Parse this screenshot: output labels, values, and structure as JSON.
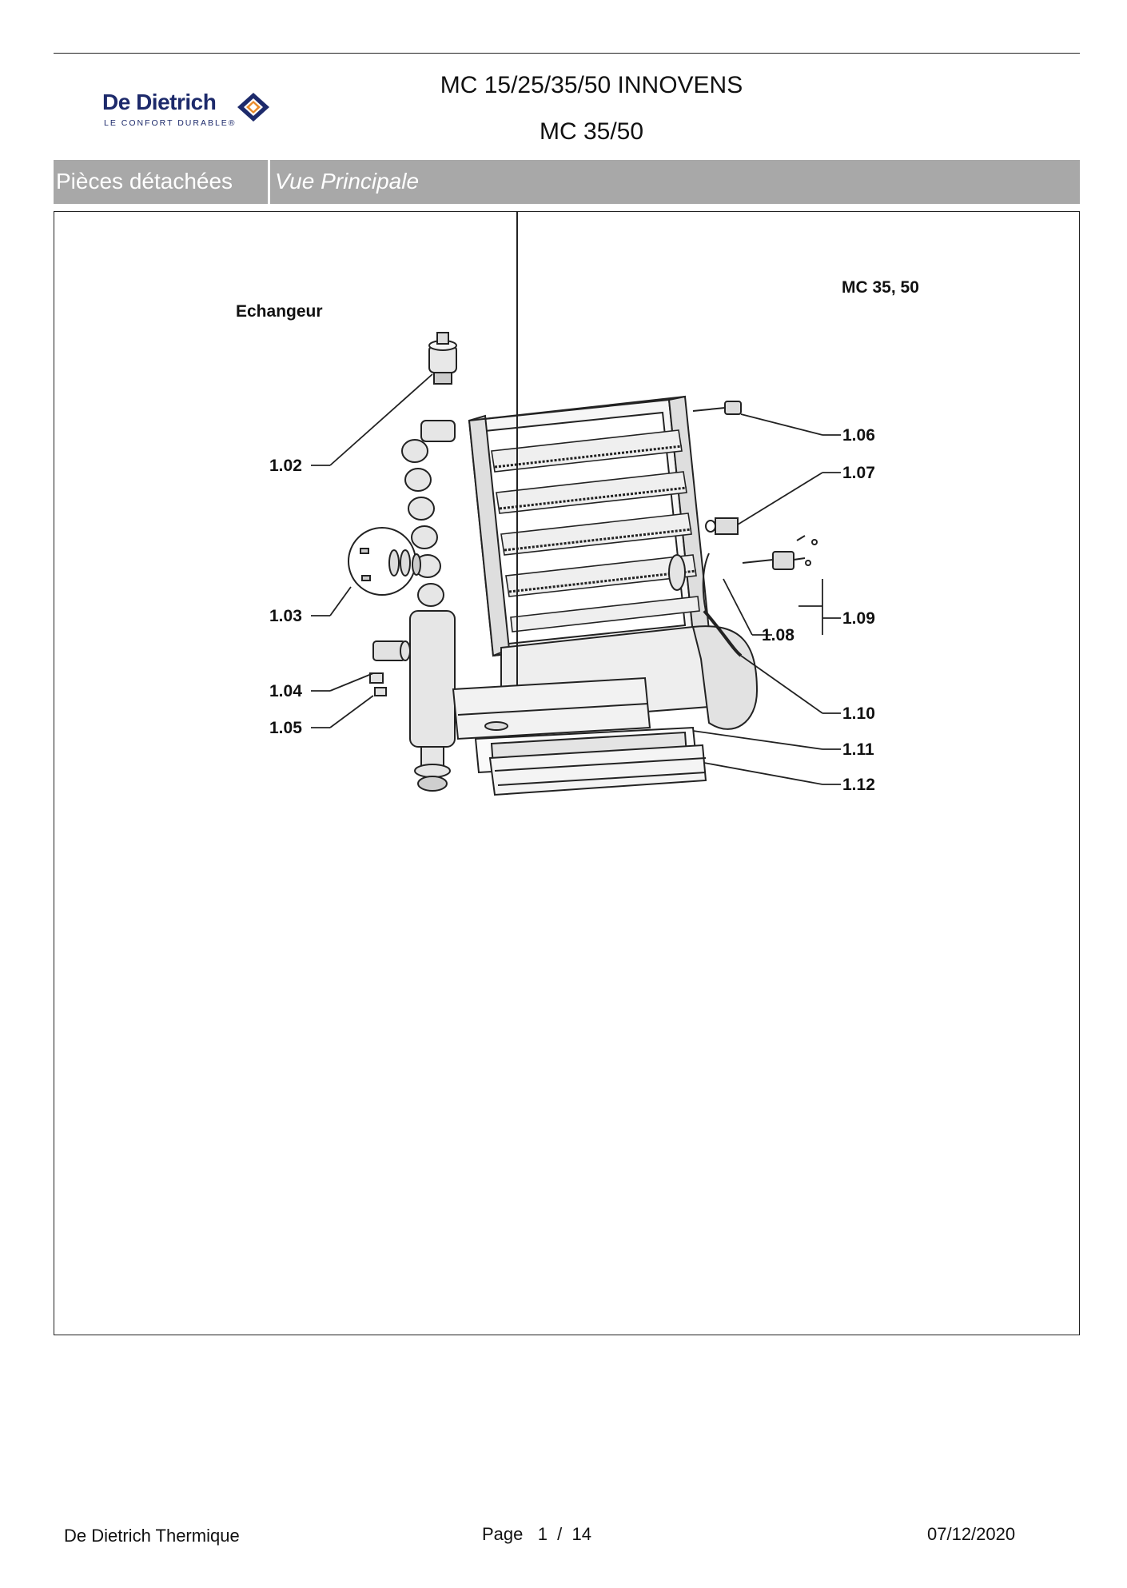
{
  "header": {
    "brand_name": "De Dietrich",
    "brand_tagline": "LE CONFORT DURABLE®",
    "title": "MC 15/25/35/50 INNOVENS",
    "subtitle": "MC 35/50"
  },
  "section_bar": {
    "category": "Pièces détachées",
    "view": "Vue Principale"
  },
  "diagram": {
    "title": "Echangeur",
    "model": "MC 35, 50",
    "callouts": [
      "1.02",
      "1.03",
      "1.04",
      "1.05",
      "1.06",
      "1.07",
      "1.08",
      "1.09",
      "1.10",
      "1.11",
      "1.12"
    ]
  },
  "footer": {
    "company": "De Dietrich Thermique",
    "page_label": "Page   1  /  14",
    "date": "07/12/2020"
  },
  "colors": {
    "brand_navy": "#1d2a6b",
    "brand_orange": "#e98a2a",
    "bar_gray": "#a8a8a8"
  }
}
